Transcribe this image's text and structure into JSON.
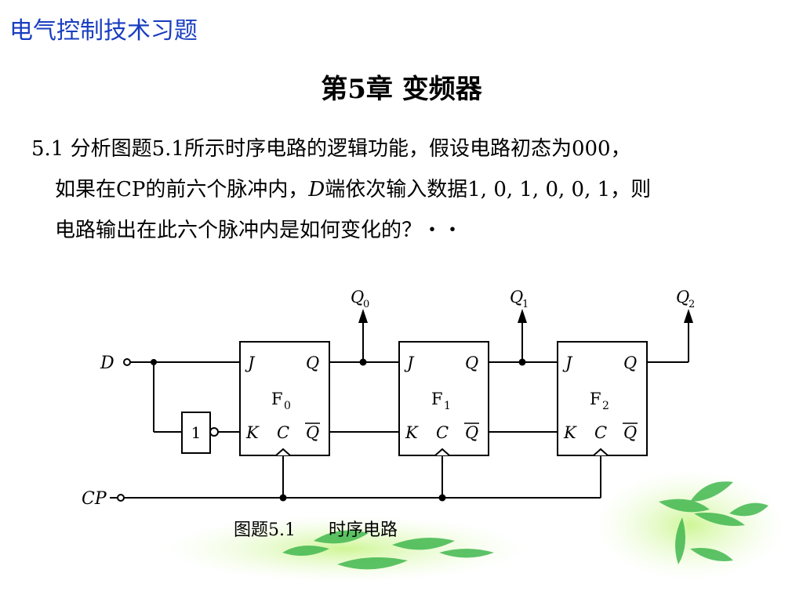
{
  "header": {
    "course_title": "电气控制技术习题"
  },
  "chapter": {
    "title": "第5章  变频器"
  },
  "problem": {
    "number": "5.1",
    "line1": "分析图题5.1所示时序电路的逻辑功能，假设电路初态为000，",
    "line2_pre": "如果在CP的前六个脉冲内，",
    "line2_var": "D",
    "line2_post": "端依次输入数据1, 0, 1, 0, 0, 1，则",
    "line3": "电路输出在此六个脉冲内是如何变化的？・・"
  },
  "figure": {
    "input_d": "D",
    "input_cp": "CP",
    "inverter_label": "1",
    "flipflops": [
      {
        "name": "F",
        "sub": "0",
        "out": "Q",
        "out_sub": "0"
      },
      {
        "name": "F",
        "sub": "1",
        "out": "Q",
        "out_sub": "1"
      },
      {
        "name": "F",
        "sub": "2",
        "out": "Q",
        "out_sub": "2"
      }
    ],
    "pin_j": "J",
    "pin_k": "K",
    "pin_c": "C",
    "pin_q": "Q",
    "pin_qbar": "Q",
    "caption_number": "图题5.1",
    "caption_text": "时序电路"
  },
  "colors": {
    "header": "#1a3ec0",
    "leaf": "#3fbf4a",
    "glow": "#b8f07a"
  }
}
